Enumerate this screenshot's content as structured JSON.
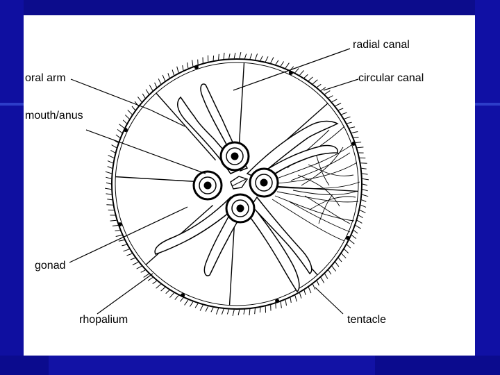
{
  "colors": {
    "background": "#0a0a86",
    "slide": "#ffffff",
    "ink": "#000000"
  },
  "labels": {
    "radial_canal": "radial canal",
    "oral_arm": "oral arm",
    "circular_canal": "circular canal",
    "mouth_anus": "mouth/anus",
    "gonad": "gonad",
    "rhopalium": "rhopalium",
    "tentacle": "tentacle"
  }
}
